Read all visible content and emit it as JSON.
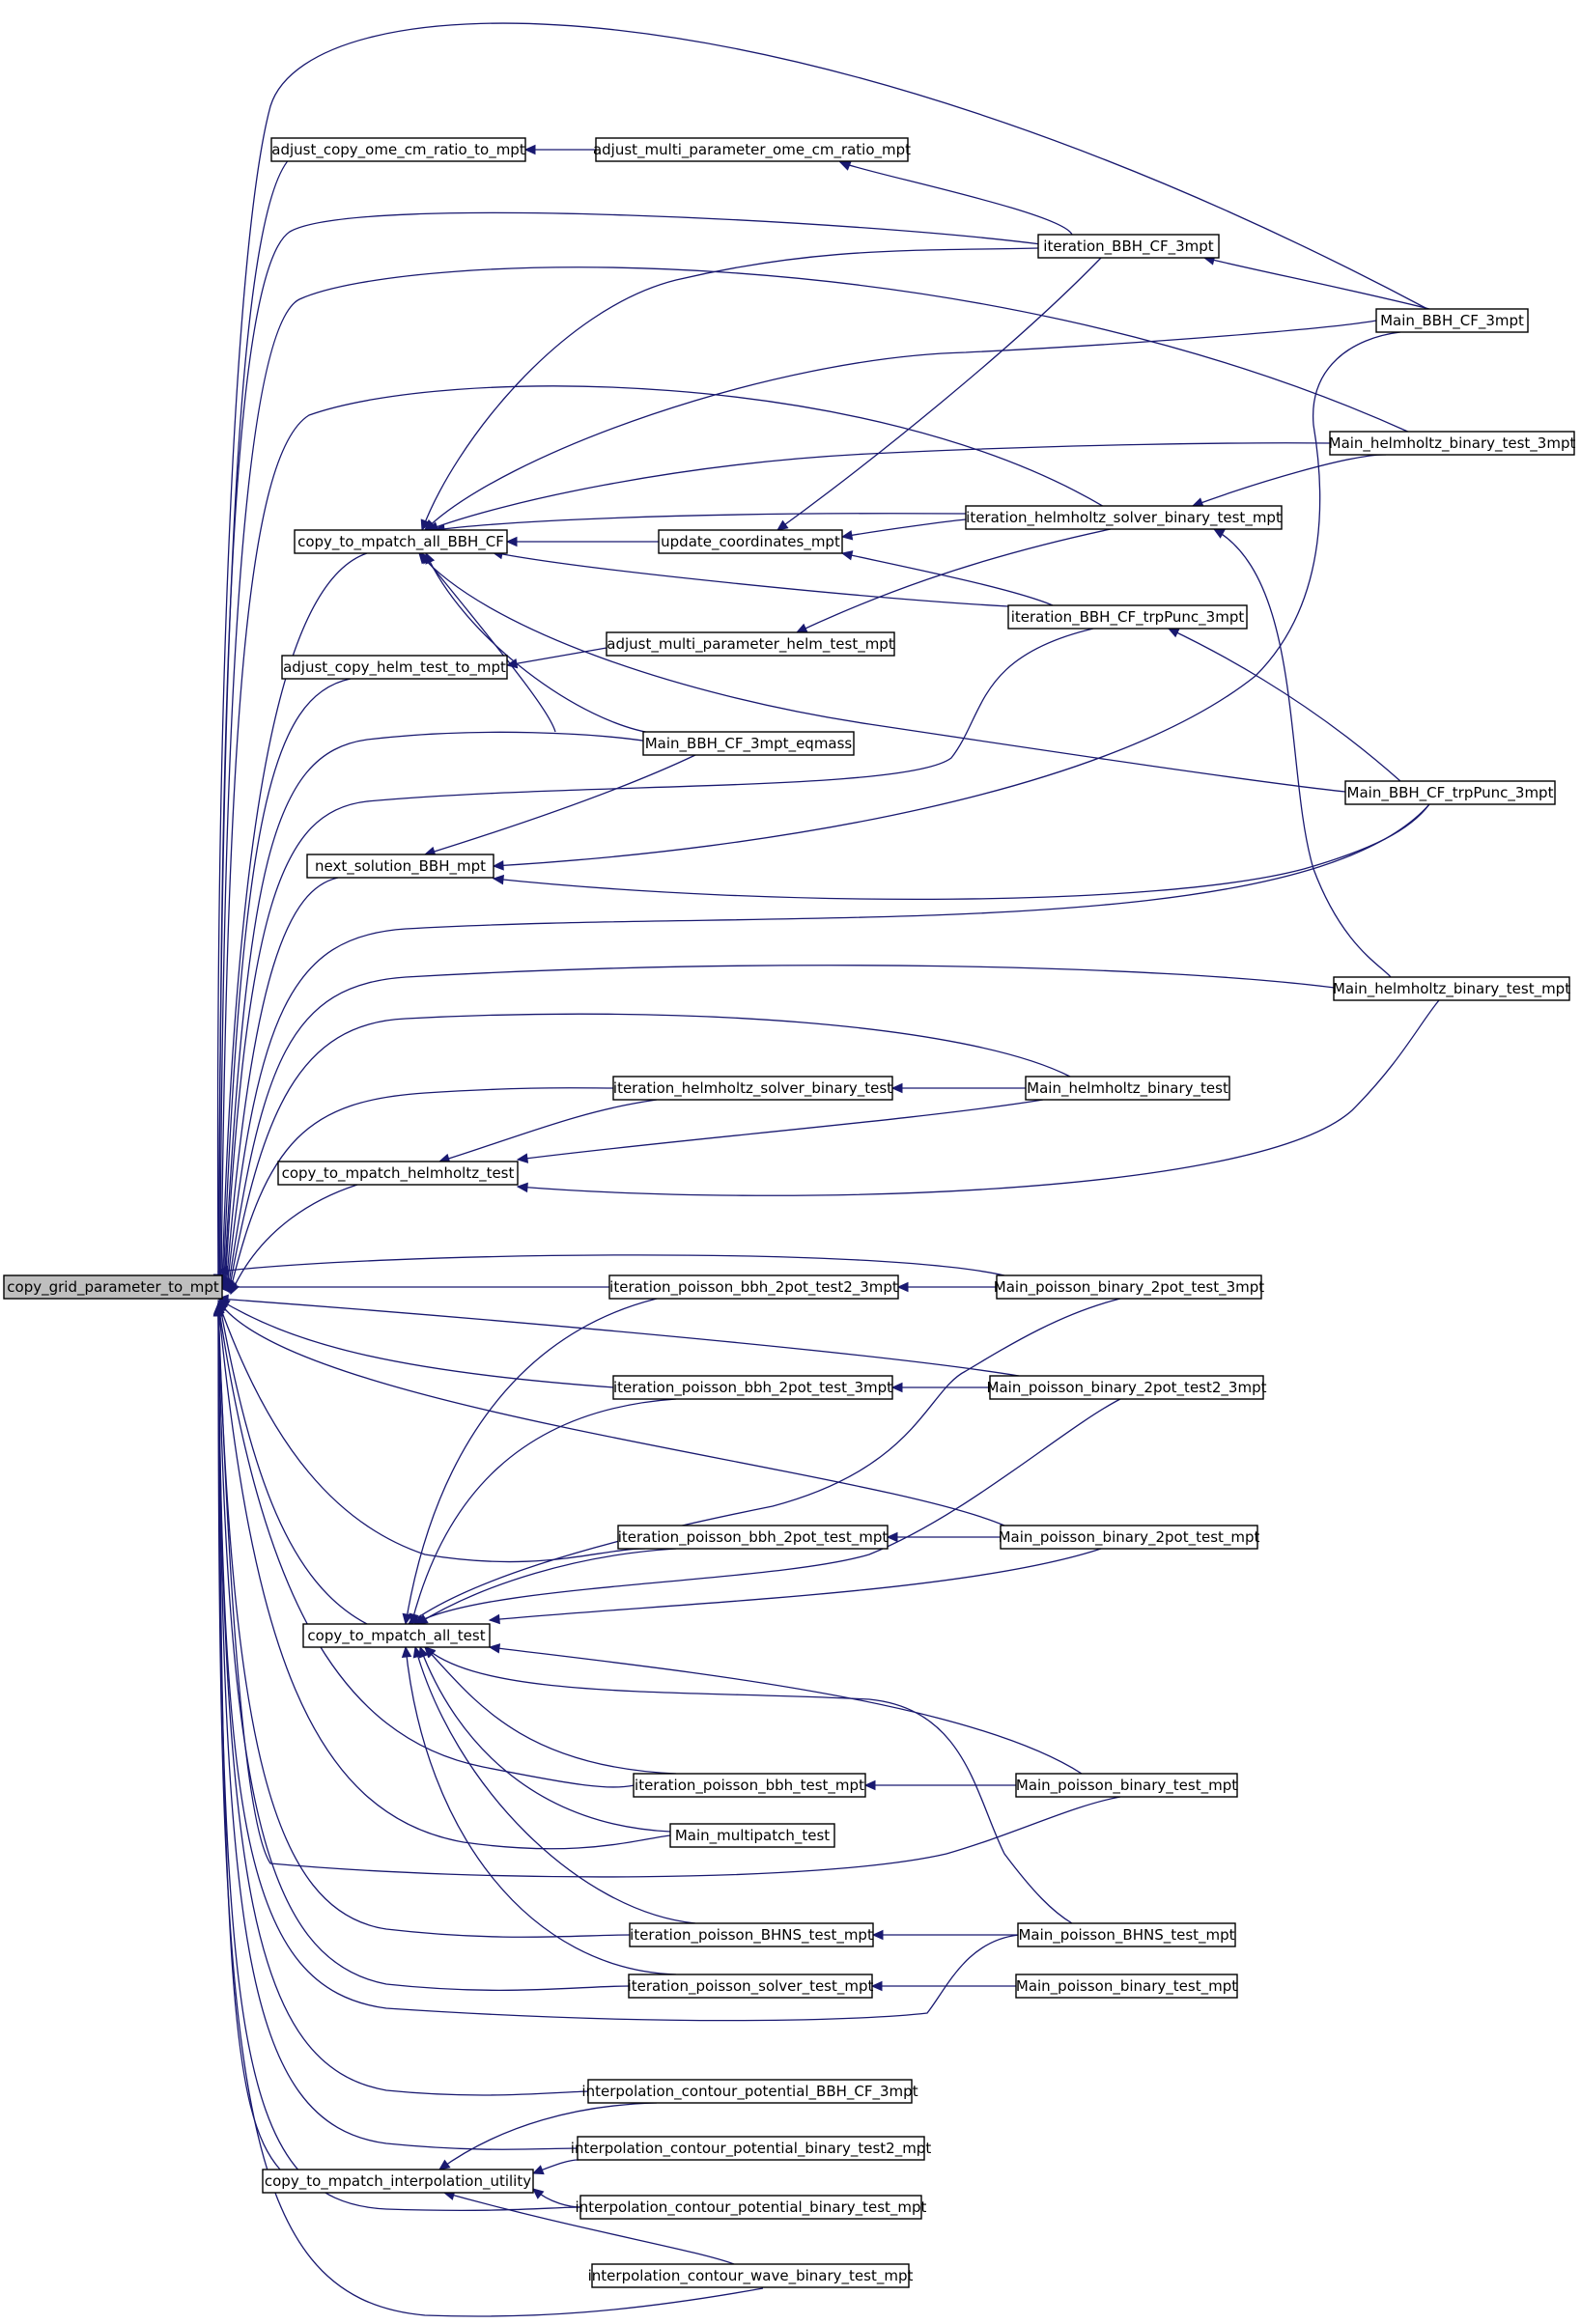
{
  "graph": {
    "root": "copy_grid_parameter_to_mpt",
    "nodes": [
      {
        "id": "root",
        "label": "copy_grid_parameter_to_mpt",
        "root": true
      },
      {
        "id": "acoc",
        "label": "adjust_copy_ome_cm_ratio_to_mpt"
      },
      {
        "id": "amoc",
        "label": "adjust_multi_parameter_ome_cm_ratio_mpt"
      },
      {
        "id": "itbbh",
        "label": "iteration_BBH_CF_3mpt"
      },
      {
        "id": "mbbh",
        "label": "Main_BBH_CF_3mpt"
      },
      {
        "id": "mhb3",
        "label": "Main_helmholtz_binary_test_3mpt"
      },
      {
        "id": "cmbbh",
        "label": "copy_to_mpatch_all_BBH_CF"
      },
      {
        "id": "ucm",
        "label": "update_coordinates_mpt"
      },
      {
        "id": "ihsbt",
        "label": "iteration_helmholtz_solver_binary_test_mpt"
      },
      {
        "id": "itbtp",
        "label": "iteration_BBH_CF_trpPunc_3mpt"
      },
      {
        "id": "acht",
        "label": "adjust_copy_helm_test_to_mpt"
      },
      {
        "id": "amph",
        "label": "adjust_multi_parameter_helm_test_mpt"
      },
      {
        "id": "mbbeq",
        "label": "Main_BBH_CF_3mpt_eqmass"
      },
      {
        "id": "mbbtp",
        "label": "Main_BBH_CF_trpPunc_3mpt"
      },
      {
        "id": "nsbbh",
        "label": "next_solution_BBH_mpt"
      },
      {
        "id": "mhbm",
        "label": "Main_helmholtz_binary_test_mpt"
      },
      {
        "id": "ihsb",
        "label": "iteration_helmholtz_solver_binary_test"
      },
      {
        "id": "mhb",
        "label": "Main_helmholtz_binary_test"
      },
      {
        "id": "cmht",
        "label": "copy_to_mpatch_helmholtz_test"
      },
      {
        "id": "ipb2t23",
        "label": "iteration_poisson_bbh_2pot_test2_3mpt"
      },
      {
        "id": "mpb2t3",
        "label": "Main_poisson_binary_2pot_test_3mpt"
      },
      {
        "id": "ipb2t3",
        "label": "iteration_poisson_bbh_2pot_test_3mpt"
      },
      {
        "id": "mpb2t23",
        "label": "Main_poisson_binary_2pot_test2_3mpt"
      },
      {
        "id": "ipb2tm",
        "label": "iteration_poisson_bbh_2pot_test_mpt"
      },
      {
        "id": "mpb2tm",
        "label": "Main_poisson_binary_2pot_test_mpt"
      },
      {
        "id": "cmat",
        "label": "copy_to_mpatch_all_test"
      },
      {
        "id": "ipbt",
        "label": "iteration_poisson_bbh_test_mpt"
      },
      {
        "id": "mpbt1",
        "label": "Main_poisson_binary_test_mpt"
      },
      {
        "id": "mmt",
        "label": "Main_multipatch_test"
      },
      {
        "id": "ipbhns",
        "label": "iteration_poisson_BHNS_test_mpt"
      },
      {
        "id": "mpbhns",
        "label": "Main_poisson_BHNS_test_mpt"
      },
      {
        "id": "ipst",
        "label": "iteration_poisson_solver_test_mpt"
      },
      {
        "id": "mpbt2",
        "label": "Main_poisson_binary_test_mpt"
      },
      {
        "id": "icp",
        "label": "interpolation_contour_potential_BBH_CF_3mpt"
      },
      {
        "id": "icpb2",
        "label": "interpolation_contour_potential_binary_test2_mpt"
      },
      {
        "id": "cmiu",
        "label": "copy_to_mpatch_interpolation_utility"
      },
      {
        "id": "icpbt",
        "label": "interpolation_contour_potential_binary_test_mpt"
      },
      {
        "id": "icwbt",
        "label": "interpolation_contour_wave_binary_test_mpt"
      }
    ]
  },
  "colors": {
    "edge": "#191970",
    "node_border": "#000000",
    "root_fill": "#bfbfbf",
    "node_fill": "#ffffff"
  }
}
